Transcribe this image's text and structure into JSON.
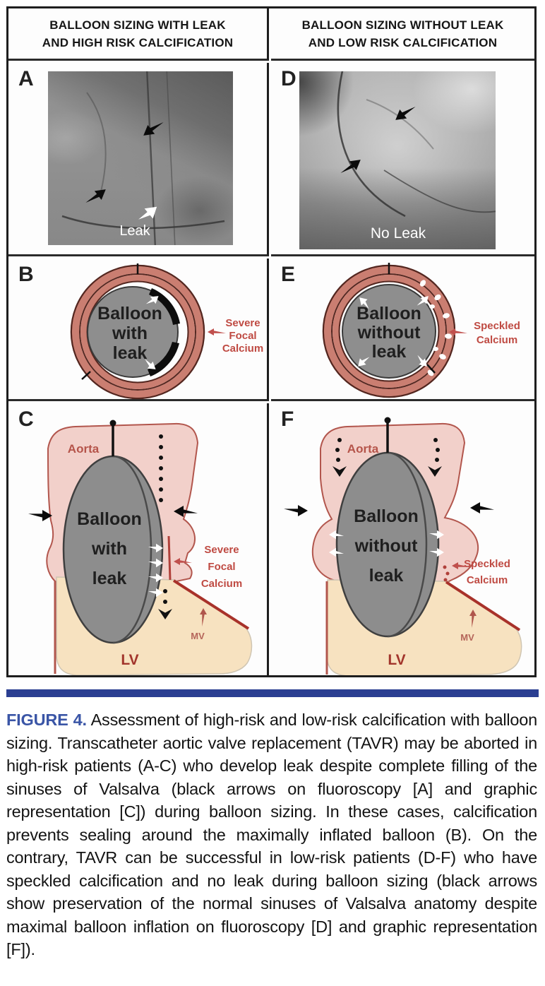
{
  "header": {
    "left": {
      "line1": "BALLOON SIZING WITH LEAK",
      "line2": "AND HIGH RISK CALCIFICATION"
    },
    "right": {
      "line1": "BALLOON SIZING WITHOUT LEAK",
      "line2": "AND LOW RISK CALCIFICATION"
    }
  },
  "panel_a": {
    "label": "A",
    "leak_label": "Leak"
  },
  "panel_d": {
    "label": "D",
    "leak_label": "No Leak"
  },
  "panel_b": {
    "label": "B",
    "balloon_line1": "Balloon",
    "balloon_line2": "with",
    "balloon_line3": "leak",
    "callout_line1": "Severe",
    "callout_line2": "Focal",
    "callout_line3": "Calcium"
  },
  "panel_e": {
    "label": "E",
    "balloon_line1": "Balloon",
    "balloon_line2": "without",
    "balloon_line3": "leak",
    "callout_line1": "Speckled",
    "callout_line2": "Calcium"
  },
  "panel_c": {
    "label": "C",
    "aorta_label": "Aorta",
    "balloon_line1": "Balloon",
    "balloon_line2": "with",
    "balloon_line3": "leak",
    "callout_line1": "Severe",
    "callout_line2": "Focal",
    "callout_line3": "Calcium",
    "mv_label": "MV",
    "lv_label": "LV"
  },
  "panel_f": {
    "label": "F",
    "aorta_label": "Aorta",
    "balloon_line1": "Balloon",
    "balloon_line2": "without",
    "balloon_line3": "leak",
    "callout_line1": "Speckled",
    "callout_line2": "Calcium",
    "mv_label": "MV",
    "lv_label": "LV"
  },
  "caption": {
    "label": "FIGURE 4.",
    "text": "Assessment of high-risk and low-risk calcification with balloon sizing. Transcatheter aortic valve replacement (TAVR) may be aborted in high-risk patients (A-C) who develop leak despite complete filling of the sinuses of Valsalva (black arrows on fluoroscopy [A] and graphic representation [C]) during balloon sizing. In these cases, calcification prevents sealing around the maximally inflated balloon (B). On the contrary, TAVR can be successful in low-risk patients (D-F) who have speckled calcification and no leak during balloon sizing (black arrows show preservation of the normal sinuses of Valsalva anatomy despite maximal balloon inflation on fluoroscopy [D] and graphic representation [F])."
  },
  "colors": {
    "rule_blue": "#2b3f92",
    "figure_label_blue": "#3a55a6",
    "annotation_red": "#bf4a42",
    "ring_salmon": "#ca7e71",
    "ring_outline": "#53261f",
    "aorta_pink": "#f2d0ca",
    "aorta_stroke": "#b2564d",
    "lv_cream": "#f7e2c0",
    "balloon_gray": "#8d8d8d",
    "mv_red": "#a8322a"
  }
}
